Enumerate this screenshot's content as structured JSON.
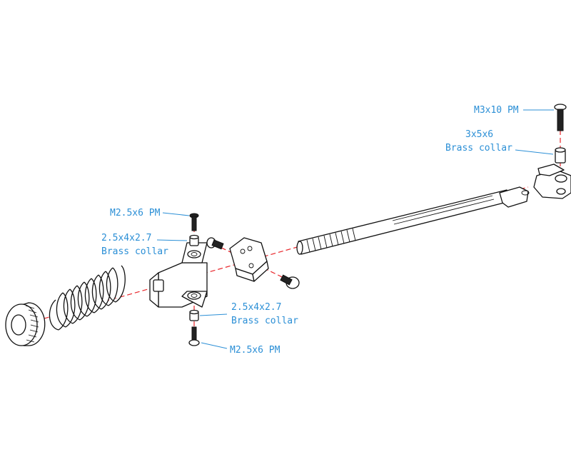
{
  "labels": {
    "top_screw": "M3x10 PM",
    "top_collar_size": "3x5x6",
    "top_collar_name": "Brass collar",
    "upper_screw": "M2.5x6 PM",
    "upper_collar_size": "2.5x4x2.7",
    "upper_collar_name": "Brass collar",
    "lower_collar_size": "2.5x4x2.7",
    "lower_collar_name": "Brass collar",
    "lower_screw": "M2.5x6 PM"
  },
  "colors": {
    "label": "#2b8fd6",
    "axis": "#e8252a",
    "outline": "#111111"
  }
}
